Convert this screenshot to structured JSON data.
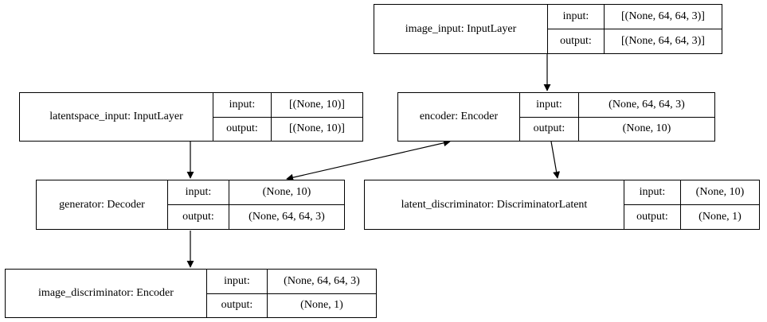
{
  "nodes": {
    "image_input": {
      "name": "image_input: InputLayer",
      "input_label": "input:",
      "input_value": "[(None, 64, 64, 3)]",
      "output_label": "output:",
      "output_value": "[(None, 64, 64, 3)]"
    },
    "latentspace_input": {
      "name": "latentspace_input: InputLayer",
      "input_label": "input:",
      "input_value": "[(None, 10)]",
      "output_label": "output:",
      "output_value": "[(None, 10)]"
    },
    "encoder": {
      "name": "encoder: Encoder",
      "input_label": "input:",
      "input_value": "(None, 64, 64, 3)",
      "output_label": "output:",
      "output_value": "(None, 10)"
    },
    "generator": {
      "name": "generator: Decoder",
      "input_label": "input:",
      "input_value": "(None, 10)",
      "output_label": "output:",
      "output_value": "(None, 64, 64, 3)"
    },
    "latent_discriminator": {
      "name": "latent_discriminator: DiscriminatorLatent",
      "input_label": "input:",
      "input_value": "(None, 10)",
      "output_label": "output:",
      "output_value": "(None, 1)"
    },
    "image_discriminator": {
      "name": "image_discriminator: Encoder",
      "input_label": "input:",
      "input_value": "(None, 64, 64, 3)",
      "output_label": "output:",
      "output_value": "(None, 1)"
    }
  },
  "edges": [
    {
      "from": "image_input",
      "to": "encoder",
      "direction": "forward"
    },
    {
      "from": "latentspace_input",
      "to": "generator",
      "direction": "forward"
    },
    {
      "from": "encoder",
      "to": "latent_discriminator",
      "direction": "forward"
    },
    {
      "from": "encoder",
      "to": "generator",
      "direction": "bidirectional"
    },
    {
      "from": "generator",
      "to": "image_discriminator",
      "direction": "forward"
    }
  ]
}
